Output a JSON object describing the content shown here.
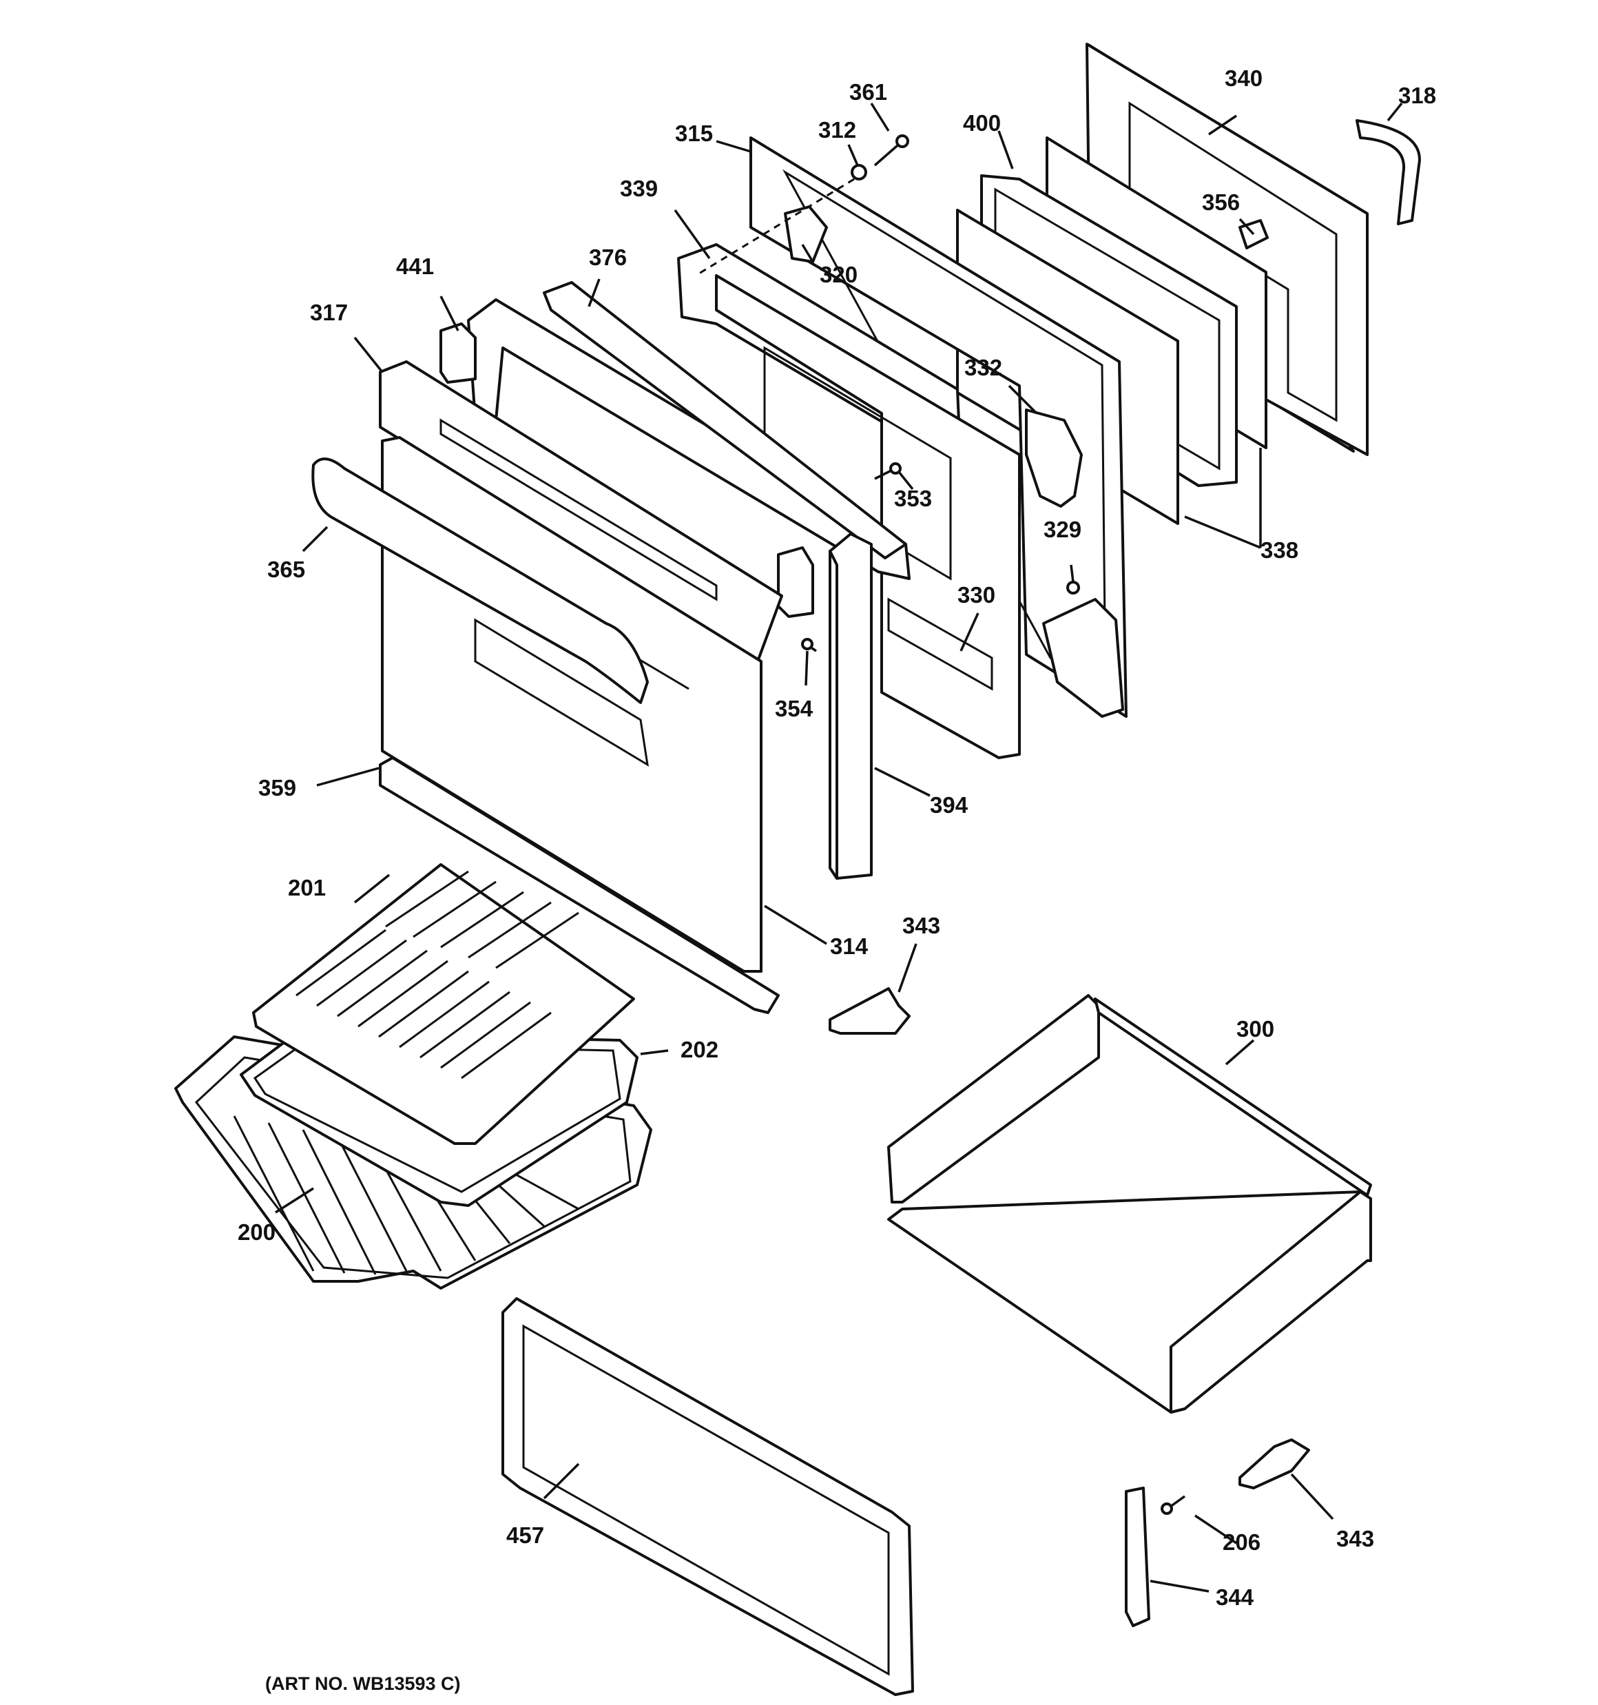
{
  "diagram": {
    "art_number": "(ART NO. WB13593 C)",
    "callouts": {
      "p200": "200",
      "p201": "201",
      "p202": "202",
      "p206": "206",
      "p300": "300",
      "p312": "312",
      "p314": "314",
      "p315": "315",
      "p317": "317",
      "p318": "318",
      "p320": "320",
      "p329": "329",
      "p330": "330",
      "p332": "332",
      "p338": "338",
      "p339": "339",
      "p340": "340",
      "p343a": "343",
      "p343b": "343",
      "p344": "344",
      "p353": "353",
      "p354": "354",
      "p356": "356",
      "p359": "359",
      "p361": "361",
      "p365": "365",
      "p376": "376",
      "p394": "394",
      "p400": "400",
      "p441": "441",
      "p457": "457"
    }
  }
}
